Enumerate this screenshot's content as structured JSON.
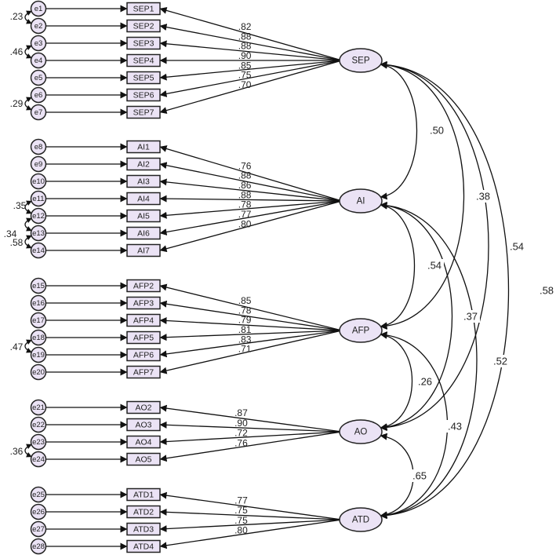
{
  "latents": [
    {
      "id": "SEP",
      "label": "SEP"
    },
    {
      "id": "AI",
      "label": "AI"
    },
    {
      "id": "AFP",
      "label": "AFP"
    },
    {
      "id": "AO",
      "label": "AO"
    },
    {
      "id": "ATD",
      "label": "ATD"
    }
  ],
  "groups": [
    {
      "latent": "SEP",
      "indicators": [
        {
          "label": "SEP1",
          "error": "e1",
          "loading": ".82"
        },
        {
          "label": "SEP2",
          "error": "e2",
          "loading": ".88"
        },
        {
          "label": "SEP3",
          "error": "e3",
          "loading": ".88"
        },
        {
          "label": "SEP4",
          "error": "e4",
          "loading": ".90"
        },
        {
          "label": "SEP5",
          "error": "e5",
          "loading": ".85"
        },
        {
          "label": "SEP6",
          "error": "e6",
          "loading": ".75"
        },
        {
          "label": "SEP7",
          "error": "e7",
          "loading": ".70"
        }
      ]
    },
    {
      "latent": "AI",
      "indicators": [
        {
          "label": "AI1",
          "error": "e8",
          "loading": ".76"
        },
        {
          "label": "AI2",
          "error": "e9",
          "loading": ".88"
        },
        {
          "label": "AI3",
          "error": "e10",
          "loading": ".86"
        },
        {
          "label": "AI4",
          "error": "e11",
          "loading": ".88"
        },
        {
          "label": "AI5",
          "error": "e12",
          "loading": ".78"
        },
        {
          "label": "AI6",
          "error": "e13",
          "loading": ".77"
        },
        {
          "label": "AI7",
          "error": "e14",
          "loading": ".80"
        }
      ]
    },
    {
      "latent": "AFP",
      "indicators": [
        {
          "label": "AFP2",
          "error": "e15",
          "loading": ".85"
        },
        {
          "label": "AFP3",
          "error": "e16",
          "loading": ".78"
        },
        {
          "label": "AFP4",
          "error": "e17",
          "loading": ".79"
        },
        {
          "label": "AFP5",
          "error": "e18",
          "loading": ".81"
        },
        {
          "label": "AFP6",
          "error": "e19",
          "loading": ".83"
        },
        {
          "label": "AFP7",
          "error": "e20",
          "loading": ".71"
        }
      ]
    },
    {
      "latent": "AO",
      "indicators": [
        {
          "label": "AO2",
          "error": "e21",
          "loading": ".87"
        },
        {
          "label": "AO3",
          "error": "e22",
          "loading": ".90"
        },
        {
          "label": "AO4",
          "error": "e23",
          "loading": ".72"
        },
        {
          "label": "AO5",
          "error": "e24",
          "loading": ".76"
        }
      ]
    },
    {
      "latent": "ATD",
      "indicators": [
        {
          "label": "ATD1",
          "error": "e25",
          "loading": ".77"
        },
        {
          "label": "ATD2",
          "error": "e26",
          "loading": ".75"
        },
        {
          "label": "ATD3",
          "error": "e27",
          "loading": ".75"
        },
        {
          "label": "ATD4",
          "error": "e28",
          "loading": ".80"
        }
      ]
    }
  ],
  "error_covariances": [
    {
      "from": "e1",
      "to": "e2",
      "value": ".23"
    },
    {
      "from": "e3",
      "to": "e4",
      "value": ".46"
    },
    {
      "from": "e6",
      "to": "e7",
      "value": ".29"
    },
    {
      "from": "e11",
      "to": "e12",
      "value": ".35"
    },
    {
      "from": "e12",
      "to": "e13",
      "value": ".34"
    },
    {
      "from": "e13",
      "to": "e14",
      "value": ".58"
    },
    {
      "from": "e18",
      "to": "e19",
      "value": ".47"
    },
    {
      "from": "e23",
      "to": "e24",
      "value": ".36"
    }
  ],
  "factor_correlations": [
    {
      "from": "SEP",
      "to": "AI",
      "value": ".50"
    },
    {
      "from": "SEP",
      "to": "AFP",
      "value": ".38"
    },
    {
      "from": "SEP",
      "to": "AO",
      "value": ".54"
    },
    {
      "from": "SEP",
      "to": "ATD",
      "value": ".58"
    },
    {
      "from": "AI",
      "to": "AFP",
      "value": ".54"
    },
    {
      "from": "AI",
      "to": "AO",
      "value": ".37"
    },
    {
      "from": "AI",
      "to": "ATD",
      "value": ".52"
    },
    {
      "from": "AFP",
      "to": "AO",
      "value": ".26"
    },
    {
      "from": "AFP",
      "to": "ATD",
      "value": ".43"
    },
    {
      "from": "AO",
      "to": "ATD",
      "value": ".65"
    }
  ]
}
